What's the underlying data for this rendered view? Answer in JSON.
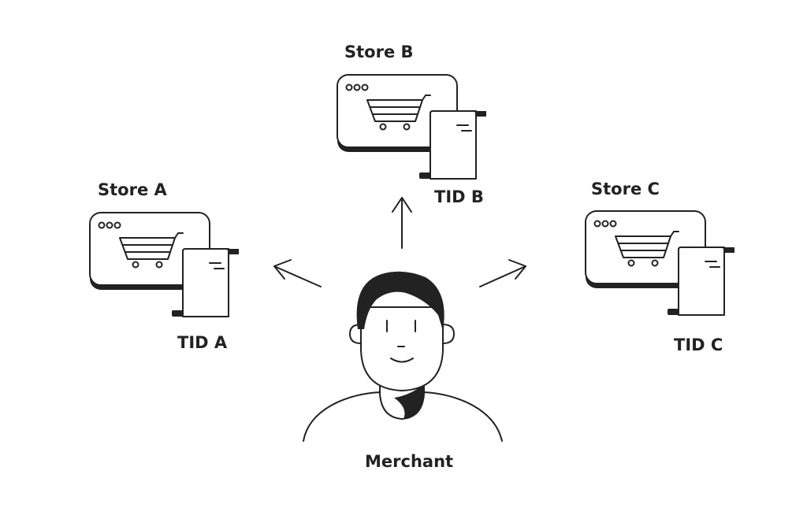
{
  "diagram": {
    "center": {
      "label": "Merchant",
      "icon": "merchant-person-icon"
    },
    "stores": [
      {
        "name": "Store A",
        "tid": "TID A",
        "icon": "online-store-cart-icon",
        "receipt_icon": "receipt-icon"
      },
      {
        "name": "Store B",
        "tid": "TID B",
        "icon": "online-store-cart-icon",
        "receipt_icon": "receipt-icon"
      },
      {
        "name": "Store C",
        "tid": "TID C",
        "icon": "online-store-cart-icon",
        "receipt_icon": "receipt-icon"
      }
    ],
    "colors": {
      "stroke": "#222222",
      "background": "#ffffff"
    }
  }
}
